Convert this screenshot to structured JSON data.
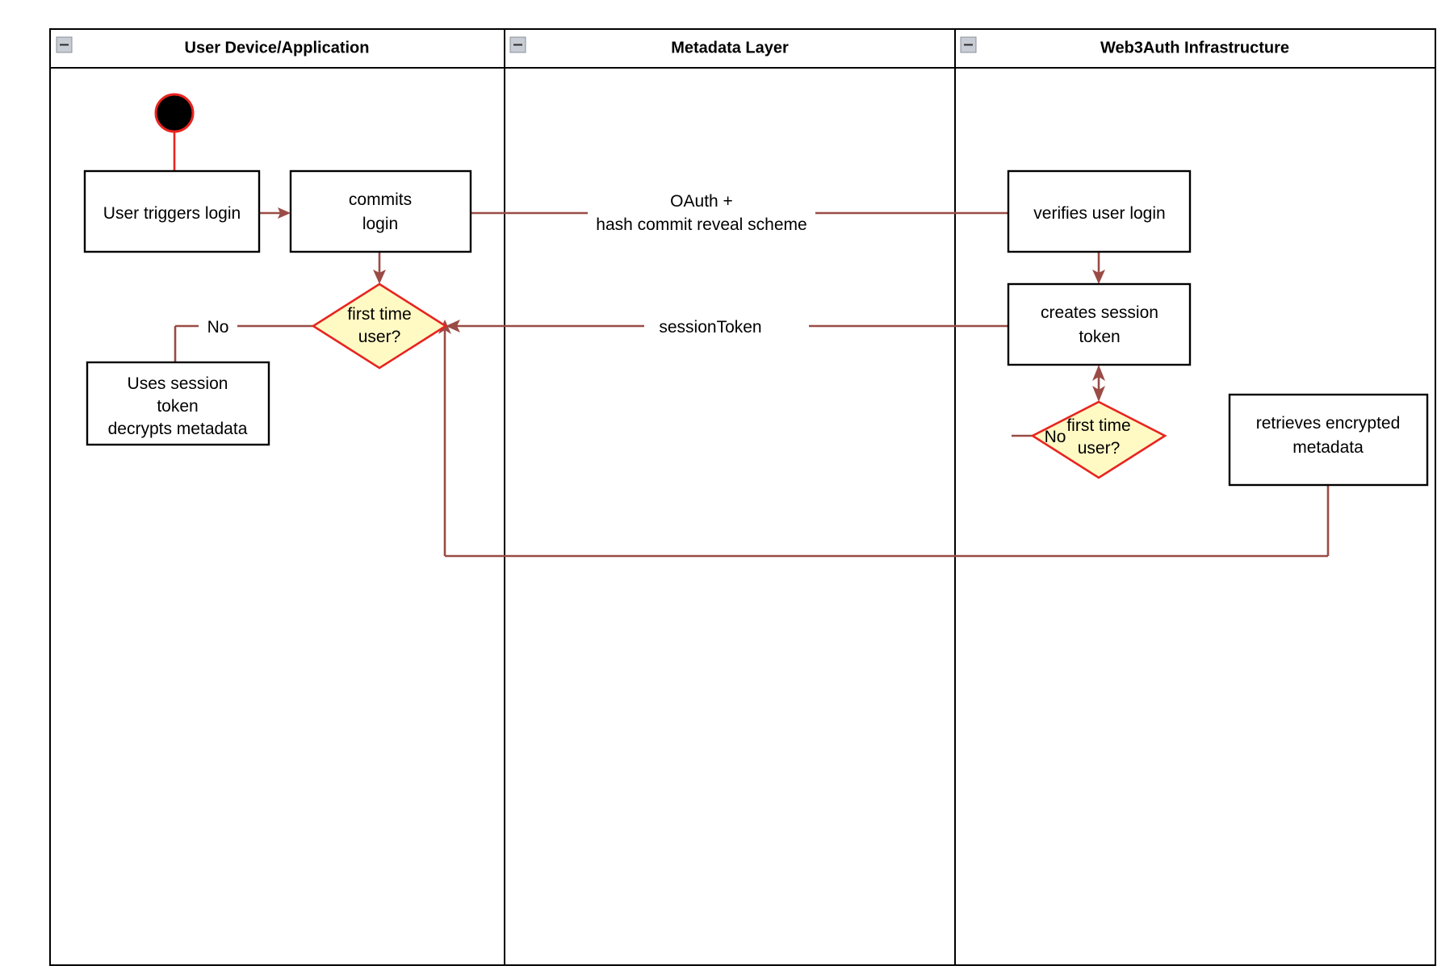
{
  "diagram": {
    "kind": "uml-activity-swimlane",
    "background_color": "#ffffff",
    "lane_border_color": "#000000",
    "edge_color": "#9a4b45",
    "decision_fill": "#fff9c4",
    "decision_stroke": "#e8241f",
    "start_node_fill": "#000000",
    "start_node_ring": "#e8241f"
  },
  "lanes": [
    {
      "id": "lane-user-device",
      "title": "User Device/Application",
      "collapse_icon": "collapse-minus-icon"
    },
    {
      "id": "lane-metadata",
      "title": "Metadata Layer",
      "collapse_icon": "collapse-minus-icon"
    },
    {
      "id": "lane-web3auth",
      "title": "Web3Auth Infrastructure",
      "collapse_icon": "collapse-minus-icon"
    }
  ],
  "nodes": {
    "start": {
      "type": "start-node",
      "label": ""
    },
    "user_triggers_login": {
      "type": "activity",
      "label": "User triggers login"
    },
    "commits_login": {
      "type": "activity",
      "line1": "commits",
      "line2": "login"
    },
    "decision_user": {
      "type": "decision",
      "line1": "first time",
      "line2": "user?"
    },
    "uses_session_token": {
      "type": "activity",
      "line1": "Uses session",
      "line2": "token",
      "line3": "decrypts metadata"
    },
    "verifies_user_login": {
      "type": "activity",
      "label": "verifies user login"
    },
    "creates_session_token": {
      "type": "activity",
      "line1": "creates session",
      "line2": "token"
    },
    "decision_web3auth": {
      "type": "decision",
      "line1": "first time",
      "line2": "user?"
    },
    "retrieves_encrypted_metadata": {
      "type": "activity",
      "line1": "retrieves encrypted",
      "line2": "metadata"
    }
  },
  "edge_labels": {
    "oauth_line1": "OAuth +",
    "oauth_line2": "hash commit reveal scheme",
    "session_token": "sessionToken",
    "no_left": "No",
    "no_right": "No"
  }
}
